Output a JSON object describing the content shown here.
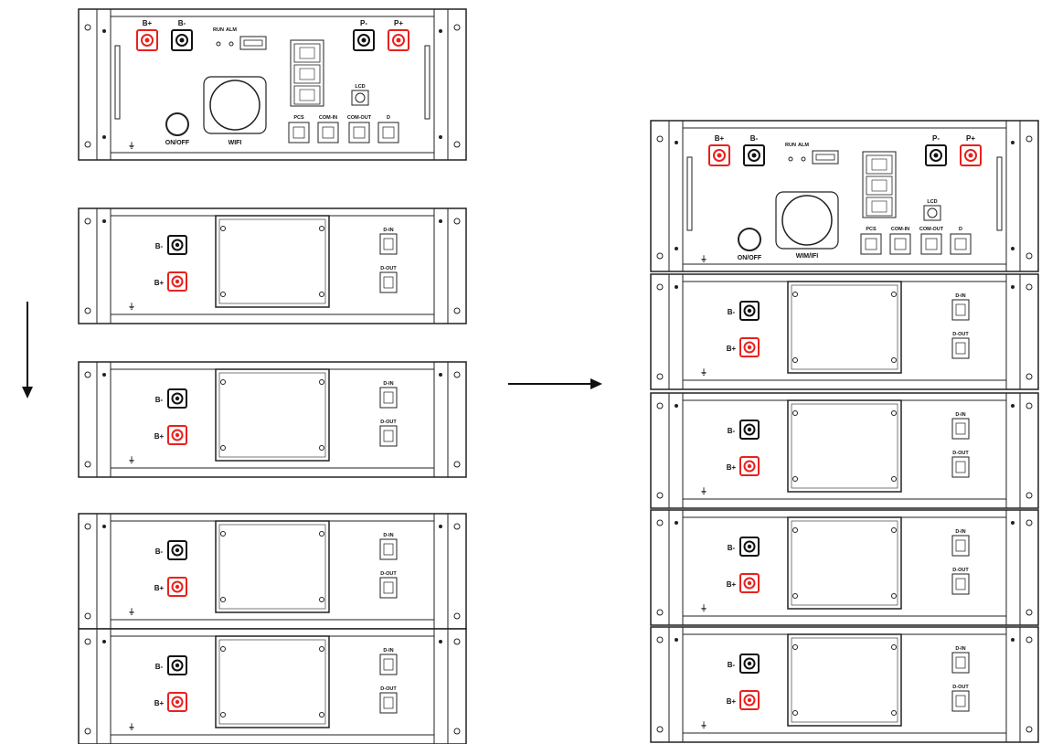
{
  "left_stack": {
    "controller": {
      "labels": {
        "b_plus": "B+",
        "b_minus": "B-",
        "p_minus": "P-",
        "p_plus": "P+",
        "run": "RUN",
        "alm": "ALM",
        "lcd": "LCD",
        "pcs": "PCS",
        "com_in": "COM-IN",
        "com_out": "COM-OUT",
        "d": "D",
        "on_off": "ON/OFF",
        "wifi": "WIFI"
      }
    },
    "battery_labels": {
      "b_minus": "B-",
      "b_plus": "B+",
      "d_in": "D-IN",
      "d_out": "D-OUT"
    },
    "battery_module_count": 4
  },
  "right_stack": {
    "controller": {
      "labels": {
        "b_plus": "B+",
        "b_minus": "B-",
        "p_minus": "P-",
        "p_plus": "P+",
        "run": "RUN",
        "alm": "ALM",
        "lcd": "LCD",
        "pcs": "PCS",
        "com_in": "COM-IN",
        "com_out": "COM-OUT",
        "d": "D",
        "on_off": "ON/OFF",
        "wifi": "WIM/IFI"
      }
    },
    "battery_labels": {
      "b_minus": "B-",
      "b_plus": "B+",
      "d_in": "D-IN",
      "d_out": "D-OUT"
    },
    "battery_module_count": 4
  },
  "colors": {
    "outline": "#222222",
    "positive_terminal": "#e8211d",
    "negative_terminal": "#111111",
    "background": "#ffffff"
  },
  "icons": {
    "down_arrow": "arrow-down-icon",
    "right_arrow": "arrow-right-icon"
  }
}
